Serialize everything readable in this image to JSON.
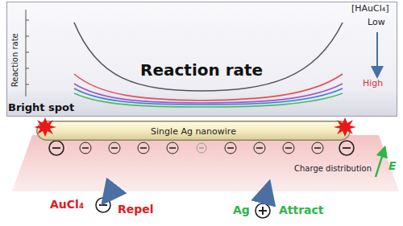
{
  "diagram": {
    "nodes": [
      {
        "text": [
          "Reaction rate"
        ]
      },
      {
        "text": [
          "Single Ag nanowire"
        ]
      }
    ],
    "labels": [
      "Reaction rate",
      "[HAuCl₄]",
      "Low",
      "High",
      "Bright spot",
      "Charge distribution",
      "E",
      "AuCl₄",
      "Repel",
      "Ag",
      "Attract"
    ]
  }
}
